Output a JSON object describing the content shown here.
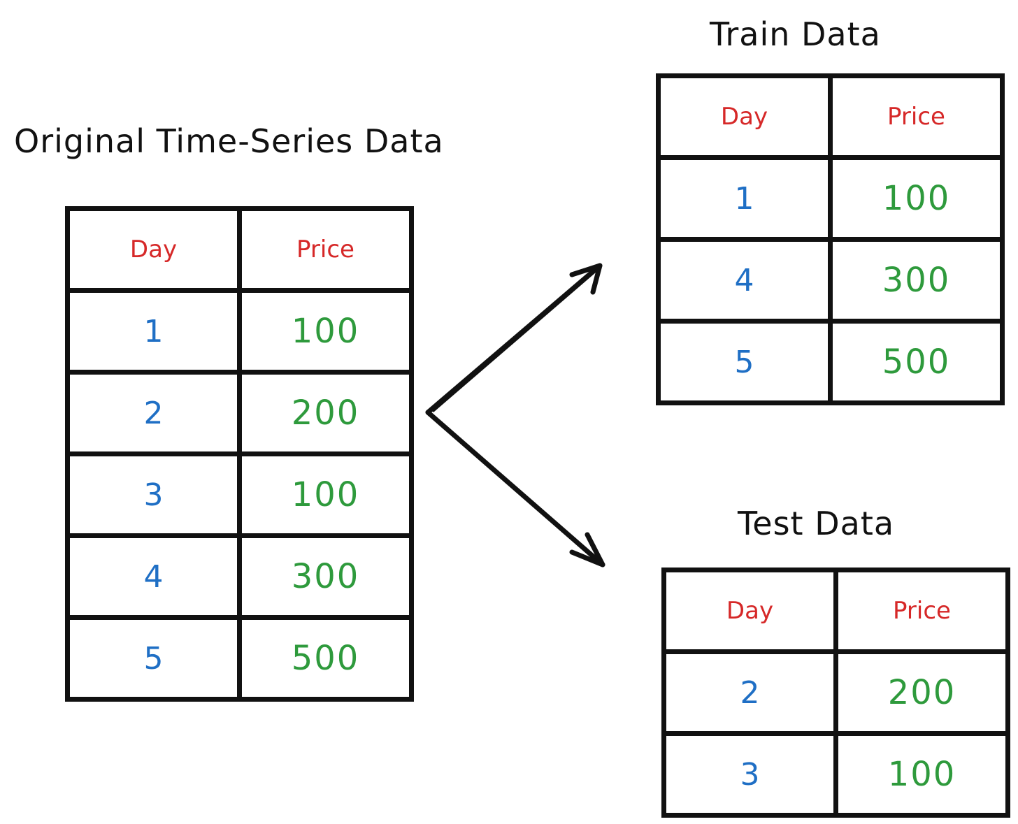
{
  "original": {
    "title": "Original Time-Series Data",
    "headers": [
      "Day",
      "Price"
    ],
    "rows": [
      {
        "day": "1",
        "price": "100"
      },
      {
        "day": "2",
        "price": "200"
      },
      {
        "day": "3",
        "price": "100"
      },
      {
        "day": "4",
        "price": "300"
      },
      {
        "day": "5",
        "price": "500"
      }
    ]
  },
  "train": {
    "title": "Train Data",
    "headers": [
      "Day",
      "Price"
    ],
    "rows": [
      {
        "day": "1",
        "price": "100"
      },
      {
        "day": "4",
        "price": "300"
      },
      {
        "day": "5",
        "price": "500"
      }
    ]
  },
  "test": {
    "title": "Test Data",
    "headers": [
      "Day",
      "Price"
    ],
    "rows": [
      {
        "day": "2",
        "price": "200"
      },
      {
        "day": "3",
        "price": "100"
      }
    ]
  },
  "colors": {
    "header": "#d62828",
    "day": "#1f6fc5",
    "price": "#2e9a3c",
    "ink": "#111111"
  }
}
